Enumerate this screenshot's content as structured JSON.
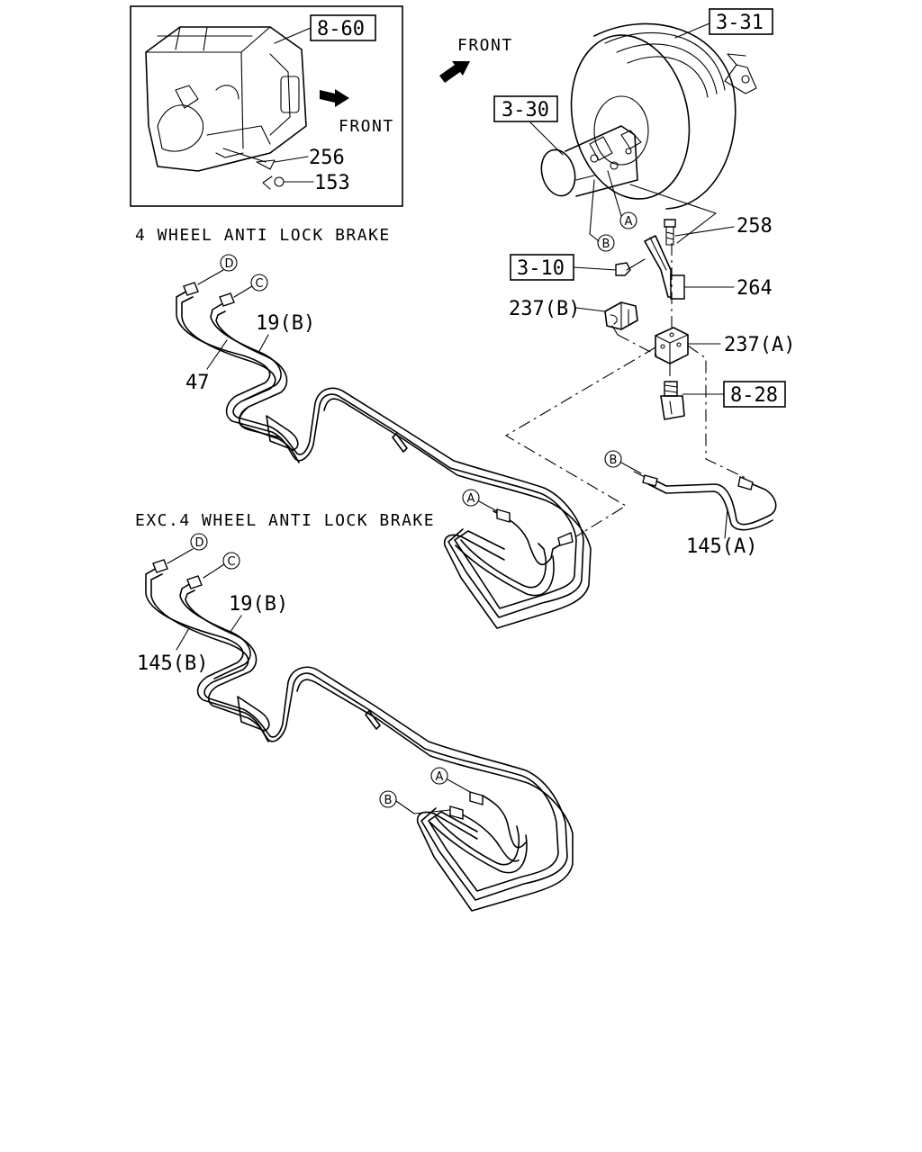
{
  "inset": {
    "ref_box": "8-60",
    "front_label": "FRONT",
    "part_256": "256",
    "part_153": "153"
  },
  "booster": {
    "front_label": "FRONT",
    "ref_box_3_31": "3-31",
    "ref_box_3_30": "3-30",
    "ref_box_3_10": "3-10",
    "ref_box_8_28": "8-28",
    "part_258": "258",
    "part_264": "264",
    "part_237b": "237(B)",
    "part_237a": "237(A)",
    "part_145a": "145(A)"
  },
  "abs_section": {
    "caption": "4 WHEEL ANTI LOCK BRAKE",
    "part_19b": "19(B)",
    "part_47": "47"
  },
  "exc_section": {
    "caption": "EXC.4 WHEEL ANTI LOCK BRAKE",
    "part_19b": "19(B)",
    "part_145b": "145(B)"
  },
  "markers": {
    "a": "A",
    "b": "B",
    "c": "C",
    "d": "D"
  }
}
